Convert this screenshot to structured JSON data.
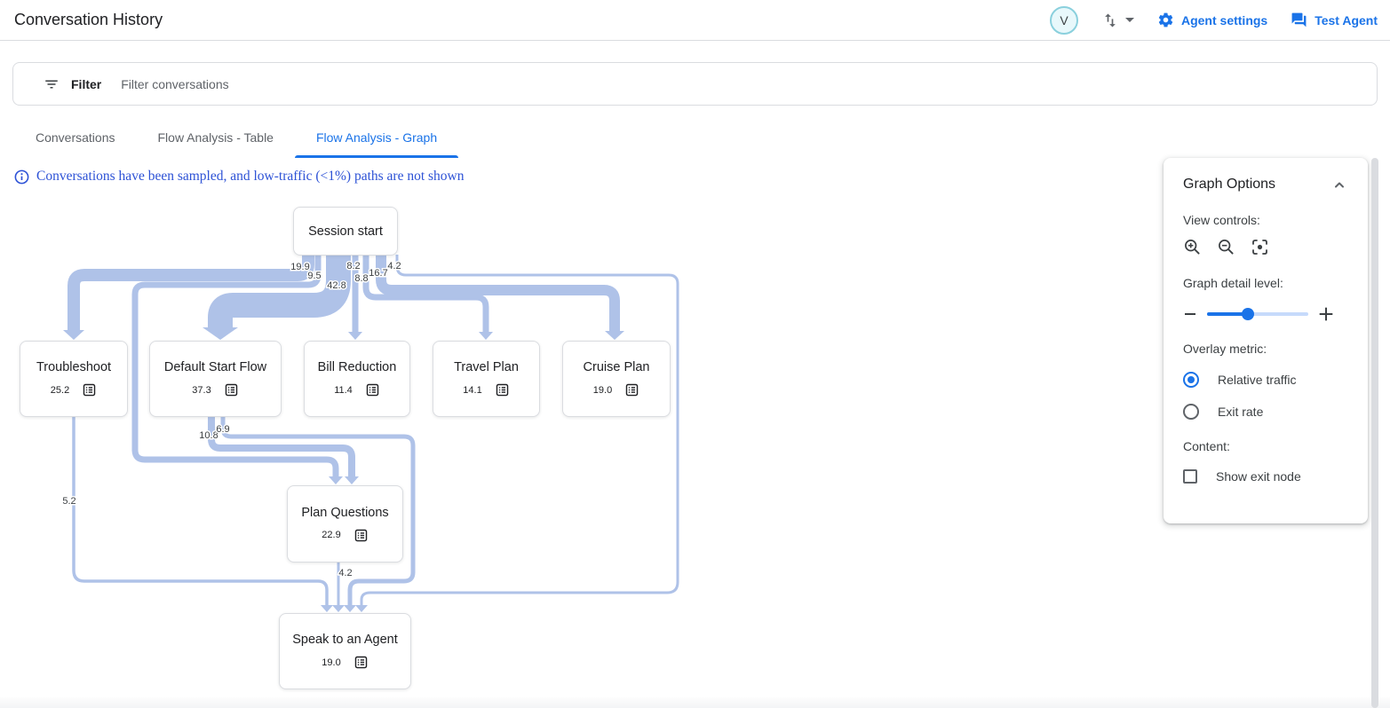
{
  "header": {
    "title": "Conversation History",
    "avatar_letter": "V",
    "agent_settings_label": "Agent settings",
    "test_agent_label": "Test Agent"
  },
  "filter_bar": {
    "label": "Filter",
    "placeholder": "Filter conversations"
  },
  "tabs": [
    {
      "label": "Conversations",
      "active": false
    },
    {
      "label": "Flow Analysis - Table",
      "active": false
    },
    {
      "label": "Flow Analysis - Graph",
      "active": true
    }
  ],
  "notice": {
    "text": "Conversations have been sampled, and low-traffic (<1%) paths are not shown"
  },
  "graph_options": {
    "title": "Graph Options",
    "view_controls_label": "View controls:",
    "detail_level_label": "Graph detail level:",
    "detail_slider_value_pct": 40,
    "overlay_metric_label": "Overlay metric:",
    "options": [
      {
        "label": "Relative traffic",
        "selected": true
      },
      {
        "label": "Exit rate",
        "selected": false
      }
    ],
    "content_label": "Content:",
    "show_exit_node_label": "Show exit node",
    "show_exit_node_checked": false,
    "accent_color": "#1a73e8"
  },
  "flow_graph": {
    "type": "flow-graph",
    "ribbon_color": "#afc2e8",
    "nodes": [
      {
        "id": "session-start",
        "label": "Session start"
      },
      {
        "id": "troubleshoot",
        "label": "Troubleshoot",
        "value": "25.2"
      },
      {
        "id": "default-start-flow",
        "label": "Default Start Flow",
        "value": "37.3"
      },
      {
        "id": "bill-reduction",
        "label": "Bill Reduction",
        "value": "11.4"
      },
      {
        "id": "travel-plan",
        "label": "Travel Plan",
        "value": "14.1"
      },
      {
        "id": "cruise-plan",
        "label": "Cruise Plan",
        "value": "19.0"
      },
      {
        "id": "plan-questions",
        "label": "Plan Questions",
        "value": "22.9"
      },
      {
        "id": "speak-to-agent",
        "label": "Speak to an Agent",
        "value": "19.0"
      }
    ],
    "edges": [
      {
        "from": "session-start",
        "to": "troubleshoot",
        "value": "19.9"
      },
      {
        "from": "session-start",
        "to": "plan-questions",
        "value": "9.5"
      },
      {
        "from": "session-start",
        "to": "default-start-flow",
        "value": "42.8"
      },
      {
        "from": "session-start",
        "to": "bill-reduction",
        "value": "8.2"
      },
      {
        "from": "session-start",
        "to": "travel-plan",
        "value": "8.8"
      },
      {
        "from": "session-start",
        "to": "cruise-plan",
        "value": "16.7"
      },
      {
        "from": "session-start",
        "to": "speak-to-agent",
        "value": "4.2"
      },
      {
        "from": "troubleshoot",
        "to": "speak-to-agent",
        "value": "5.2"
      },
      {
        "from": "default-start-flow",
        "to": "plan-questions",
        "value": "10.8"
      },
      {
        "from": "default-start-flow",
        "to": "speak-to-agent",
        "value": "6.9"
      },
      {
        "from": "plan-questions",
        "to": "speak-to-agent",
        "value": "4.2"
      }
    ]
  }
}
